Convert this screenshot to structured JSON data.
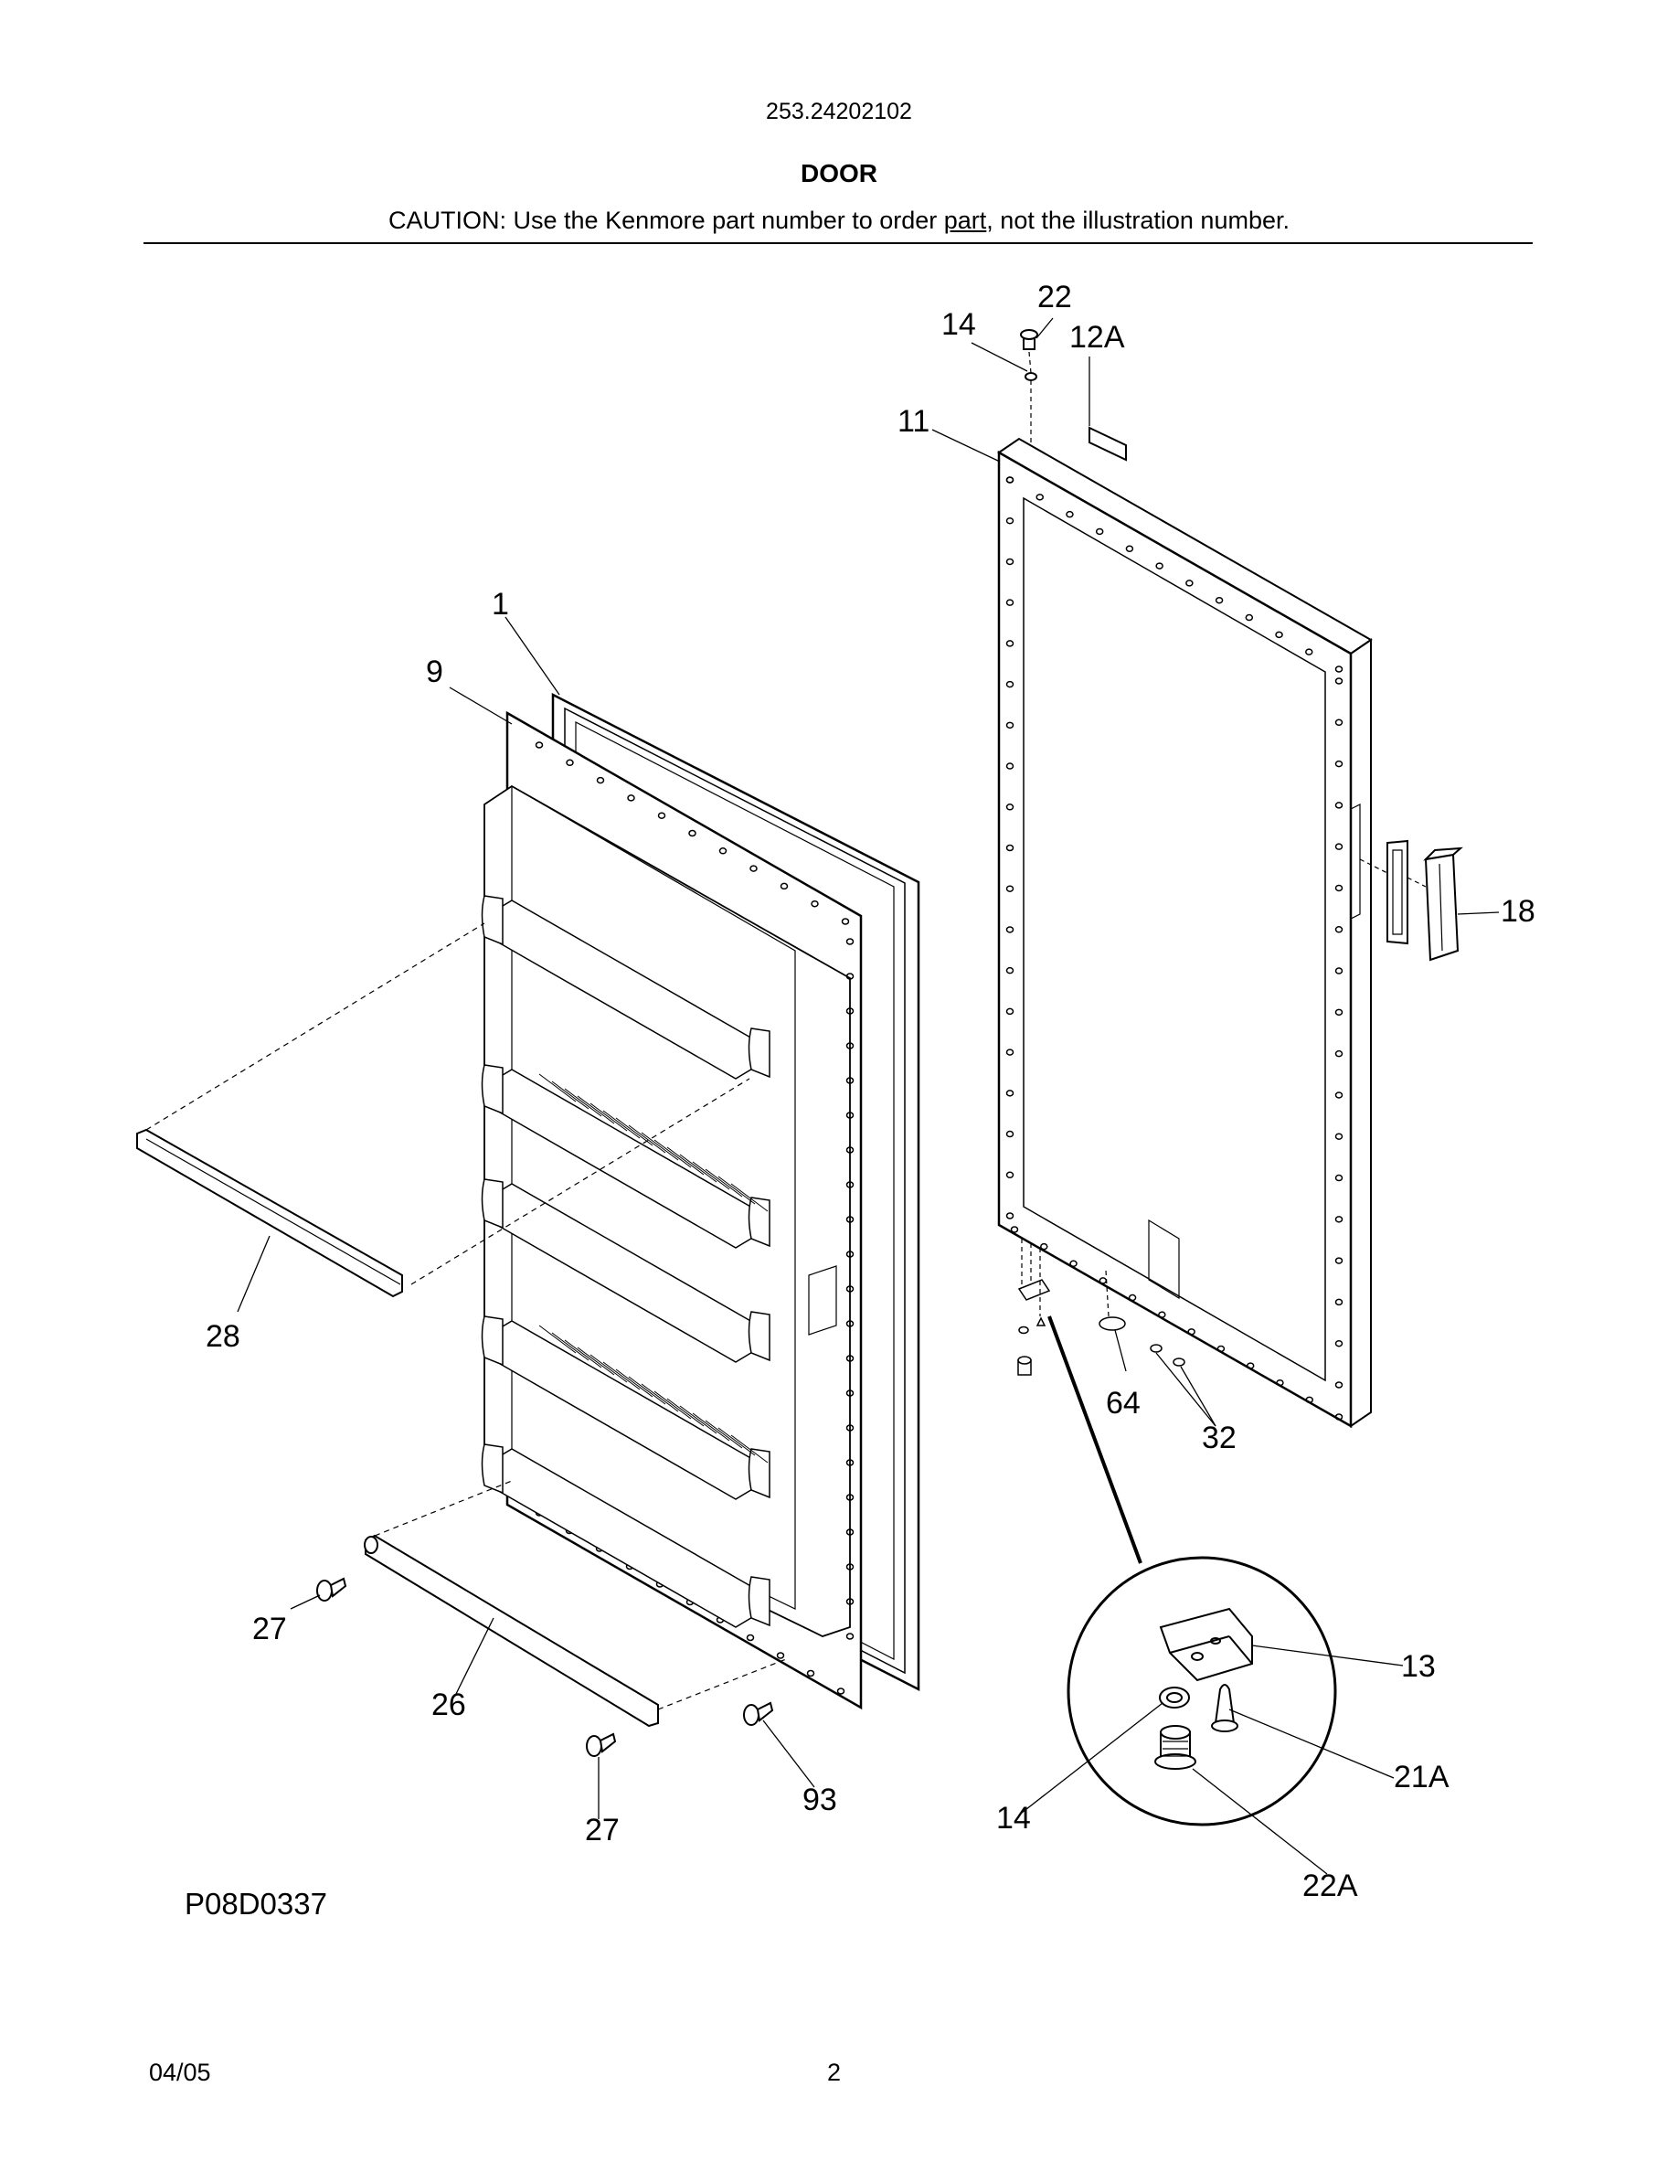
{
  "header": {
    "model_number": "253.24202102",
    "section_title": "DOOR",
    "caution_before": "CAUTION: Use the Kenmore part number to order ",
    "caution_underlined": "part",
    "caution_after": ", not the illustration number."
  },
  "callouts": [
    {
      "id": "c-22",
      "label": "22"
    },
    {
      "id": "c-14-top",
      "label": "14"
    },
    {
      "id": "c-12a",
      "label": "12A"
    },
    {
      "id": "c-11",
      "label": "11"
    },
    {
      "id": "c-1",
      "label": "1"
    },
    {
      "id": "c-9",
      "label": "9"
    },
    {
      "id": "c-18",
      "label": "18"
    },
    {
      "id": "c-28",
      "label": "28"
    },
    {
      "id": "c-64",
      "label": "64"
    },
    {
      "id": "c-32",
      "label": "32"
    },
    {
      "id": "c-13",
      "label": "13"
    },
    {
      "id": "c-27-upper",
      "label": "27"
    },
    {
      "id": "c-26",
      "label": "26"
    },
    {
      "id": "c-21a",
      "label": "21A"
    },
    {
      "id": "c-14-detail",
      "label": "14"
    },
    {
      "id": "c-93",
      "label": "93"
    },
    {
      "id": "c-27-lower",
      "label": "27"
    },
    {
      "id": "c-22a",
      "label": "22A"
    }
  ],
  "footer": {
    "drawing_id": "P08D0337",
    "date": "04/05",
    "page_number": "2"
  }
}
